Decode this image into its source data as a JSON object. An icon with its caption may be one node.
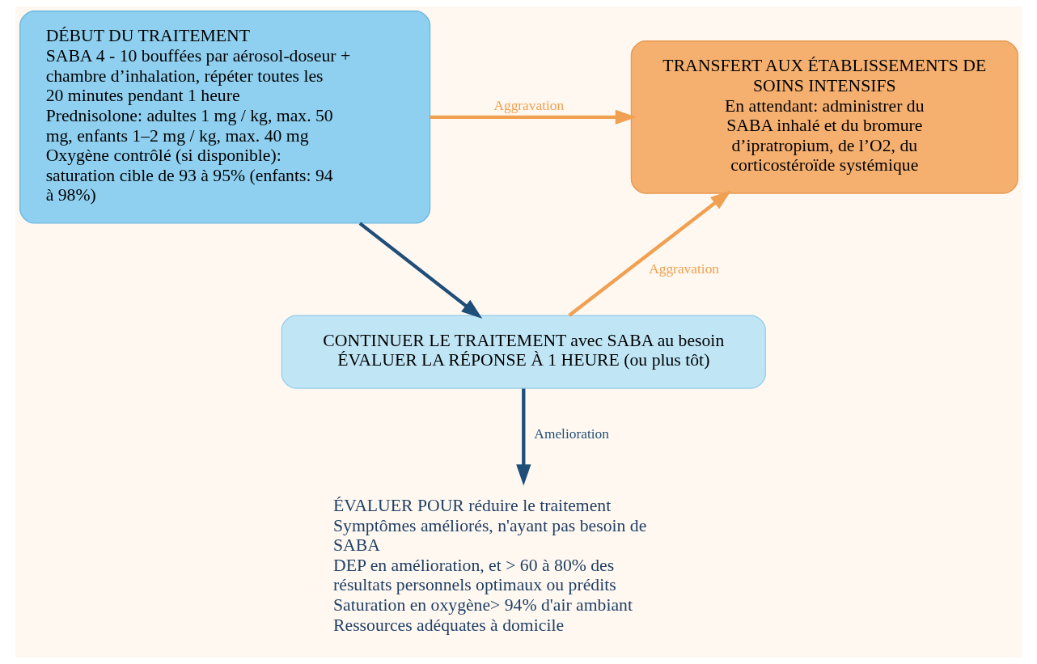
{
  "diagram": {
    "nodes": [
      {
        "text": [
          "DÉBUT DU TRAITEMENT",
          "SABA 4 - 10 bouffées par aérosol-doseur + chambre d’inhalation, répéter toutes les 20 minutes pendant 1 heure",
          "Prednisolone: adultes 1 mg / kg, max. 50 mg, enfants 1–2 mg / kg, max. 40 mg",
          "Oxygène contrôlé (si disponible): saturation cible de 93 à 95% (enfants: 94 à 98%)"
        ]
      },
      {
        "text": [
          "TRANSFERT AUX ÉTABLISSEMENTS DE SOINS INTENSIFS",
          "En attendant: administrer du SABA inhalé et du bromure d’ipratropium, de l’O2, du corticostéroïde systémique"
        ]
      },
      {
        "text": [
          "CONTINUER LE TRAITEMENT avec SABA au besoin",
          "ÉVALUER LA RÉPONSE À 1 HEURE (ou plus tôt)"
        ]
      },
      {
        "text": [
          "ÉVALUER POUR réduire le traitement",
          "Symptômes améliorés, n'ayant pas besoin de SABA",
          "DEP en amélioration, et > 60 à 80% des résultats personnels optimaux ou prédits",
          "Saturation en oxygène> 94% d'air ambiant",
          "Ressources adéquates à domicile"
        ]
      }
    ],
    "edges": [
      {
        "from": 0,
        "to": 1,
        "arrow": "to",
        "label": "Aggravation",
        "color": "#f0a050"
      },
      {
        "from": 0,
        "to": 2,
        "arrow": "to",
        "color": "#1f4e79"
      },
      {
        "from": 2,
        "to": 1,
        "arrow": "to",
        "label": "Aggravation",
        "color": "#f0a050"
      },
      {
        "from": 2,
        "to": 3,
        "arrow": "to",
        "label": "Amelioration",
        "color": "#1f4e79"
      }
    ]
  }
}
